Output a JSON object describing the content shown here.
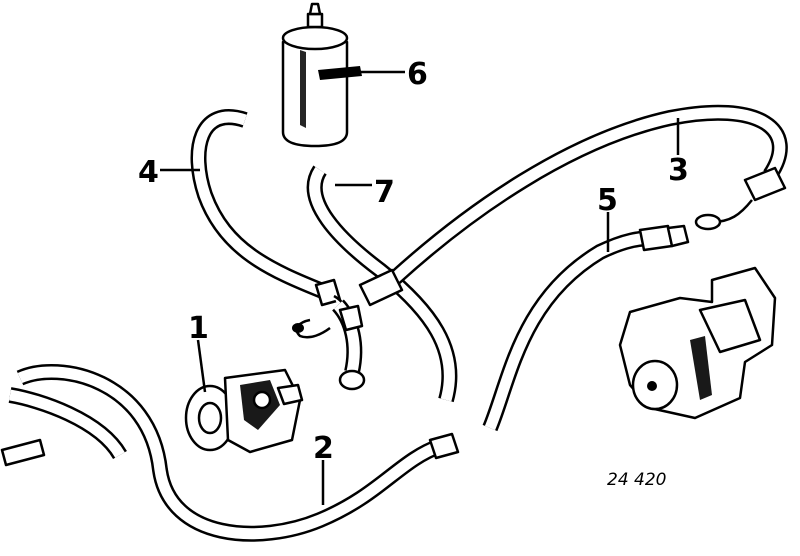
{
  "diagram": {
    "callouts": [
      {
        "id": "1",
        "label": "1"
      },
      {
        "id": "2",
        "label": "2"
      },
      {
        "id": "3",
        "label": "3"
      },
      {
        "id": "4",
        "label": "4"
      },
      {
        "id": "5",
        "label": "5"
      },
      {
        "id": "6",
        "label": "6"
      },
      {
        "id": "7",
        "label": "7"
      }
    ],
    "reference_code": "24 420"
  }
}
